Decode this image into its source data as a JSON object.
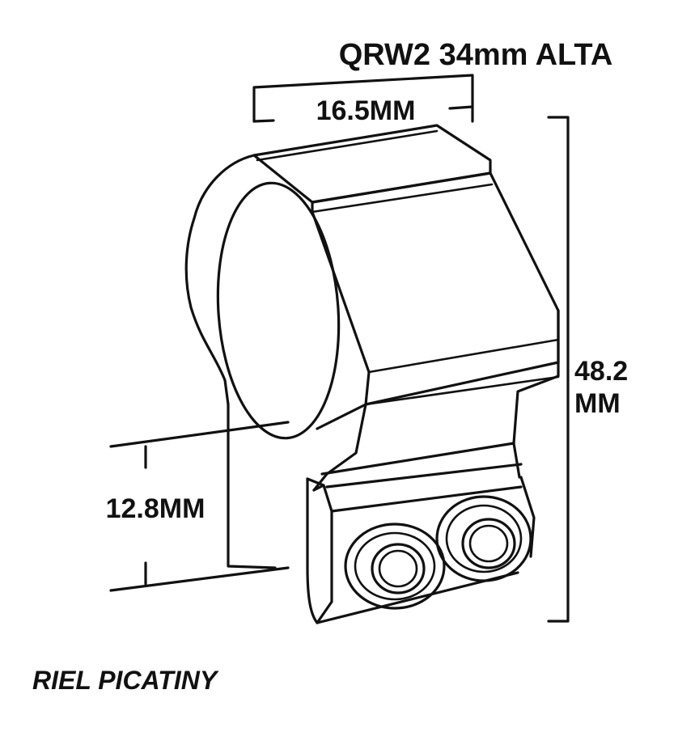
{
  "title": "QRW2 34mm ALTA",
  "dimensions": {
    "width": "16.5MM",
    "height_value": "48.2",
    "height_unit": "MM",
    "base": "12.8MM"
  },
  "caption": "RIEL PICATINY",
  "colors": {
    "line": "#111111",
    "background": "#ffffff"
  }
}
